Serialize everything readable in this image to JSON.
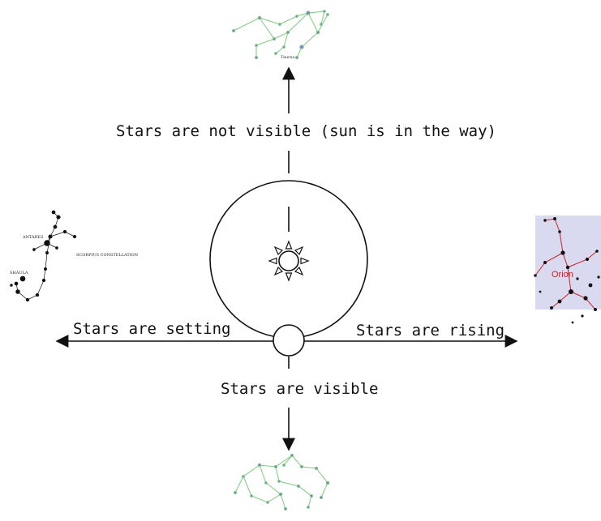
{
  "labels": {
    "top": "Stars are not visible (sun is in the way)",
    "left": "Stars are setting",
    "right": "Stars are rising",
    "bottom": "Stars are visible"
  },
  "scorpius": {
    "star_label_1": "ANTARES",
    "star_label_2": "SHAULA",
    "name": "SCORPIUS CONSTELLATION"
  },
  "taurus": {
    "name_fragment": "Taurus"
  },
  "orion": {
    "name": "Orion"
  },
  "colors": {
    "line": "#111111",
    "constellation_green": "#7ccb7a",
    "constellation_blue": "#7f7fe0",
    "orion_red": "#cc2222",
    "orion_bg": "#d9d9f0"
  }
}
